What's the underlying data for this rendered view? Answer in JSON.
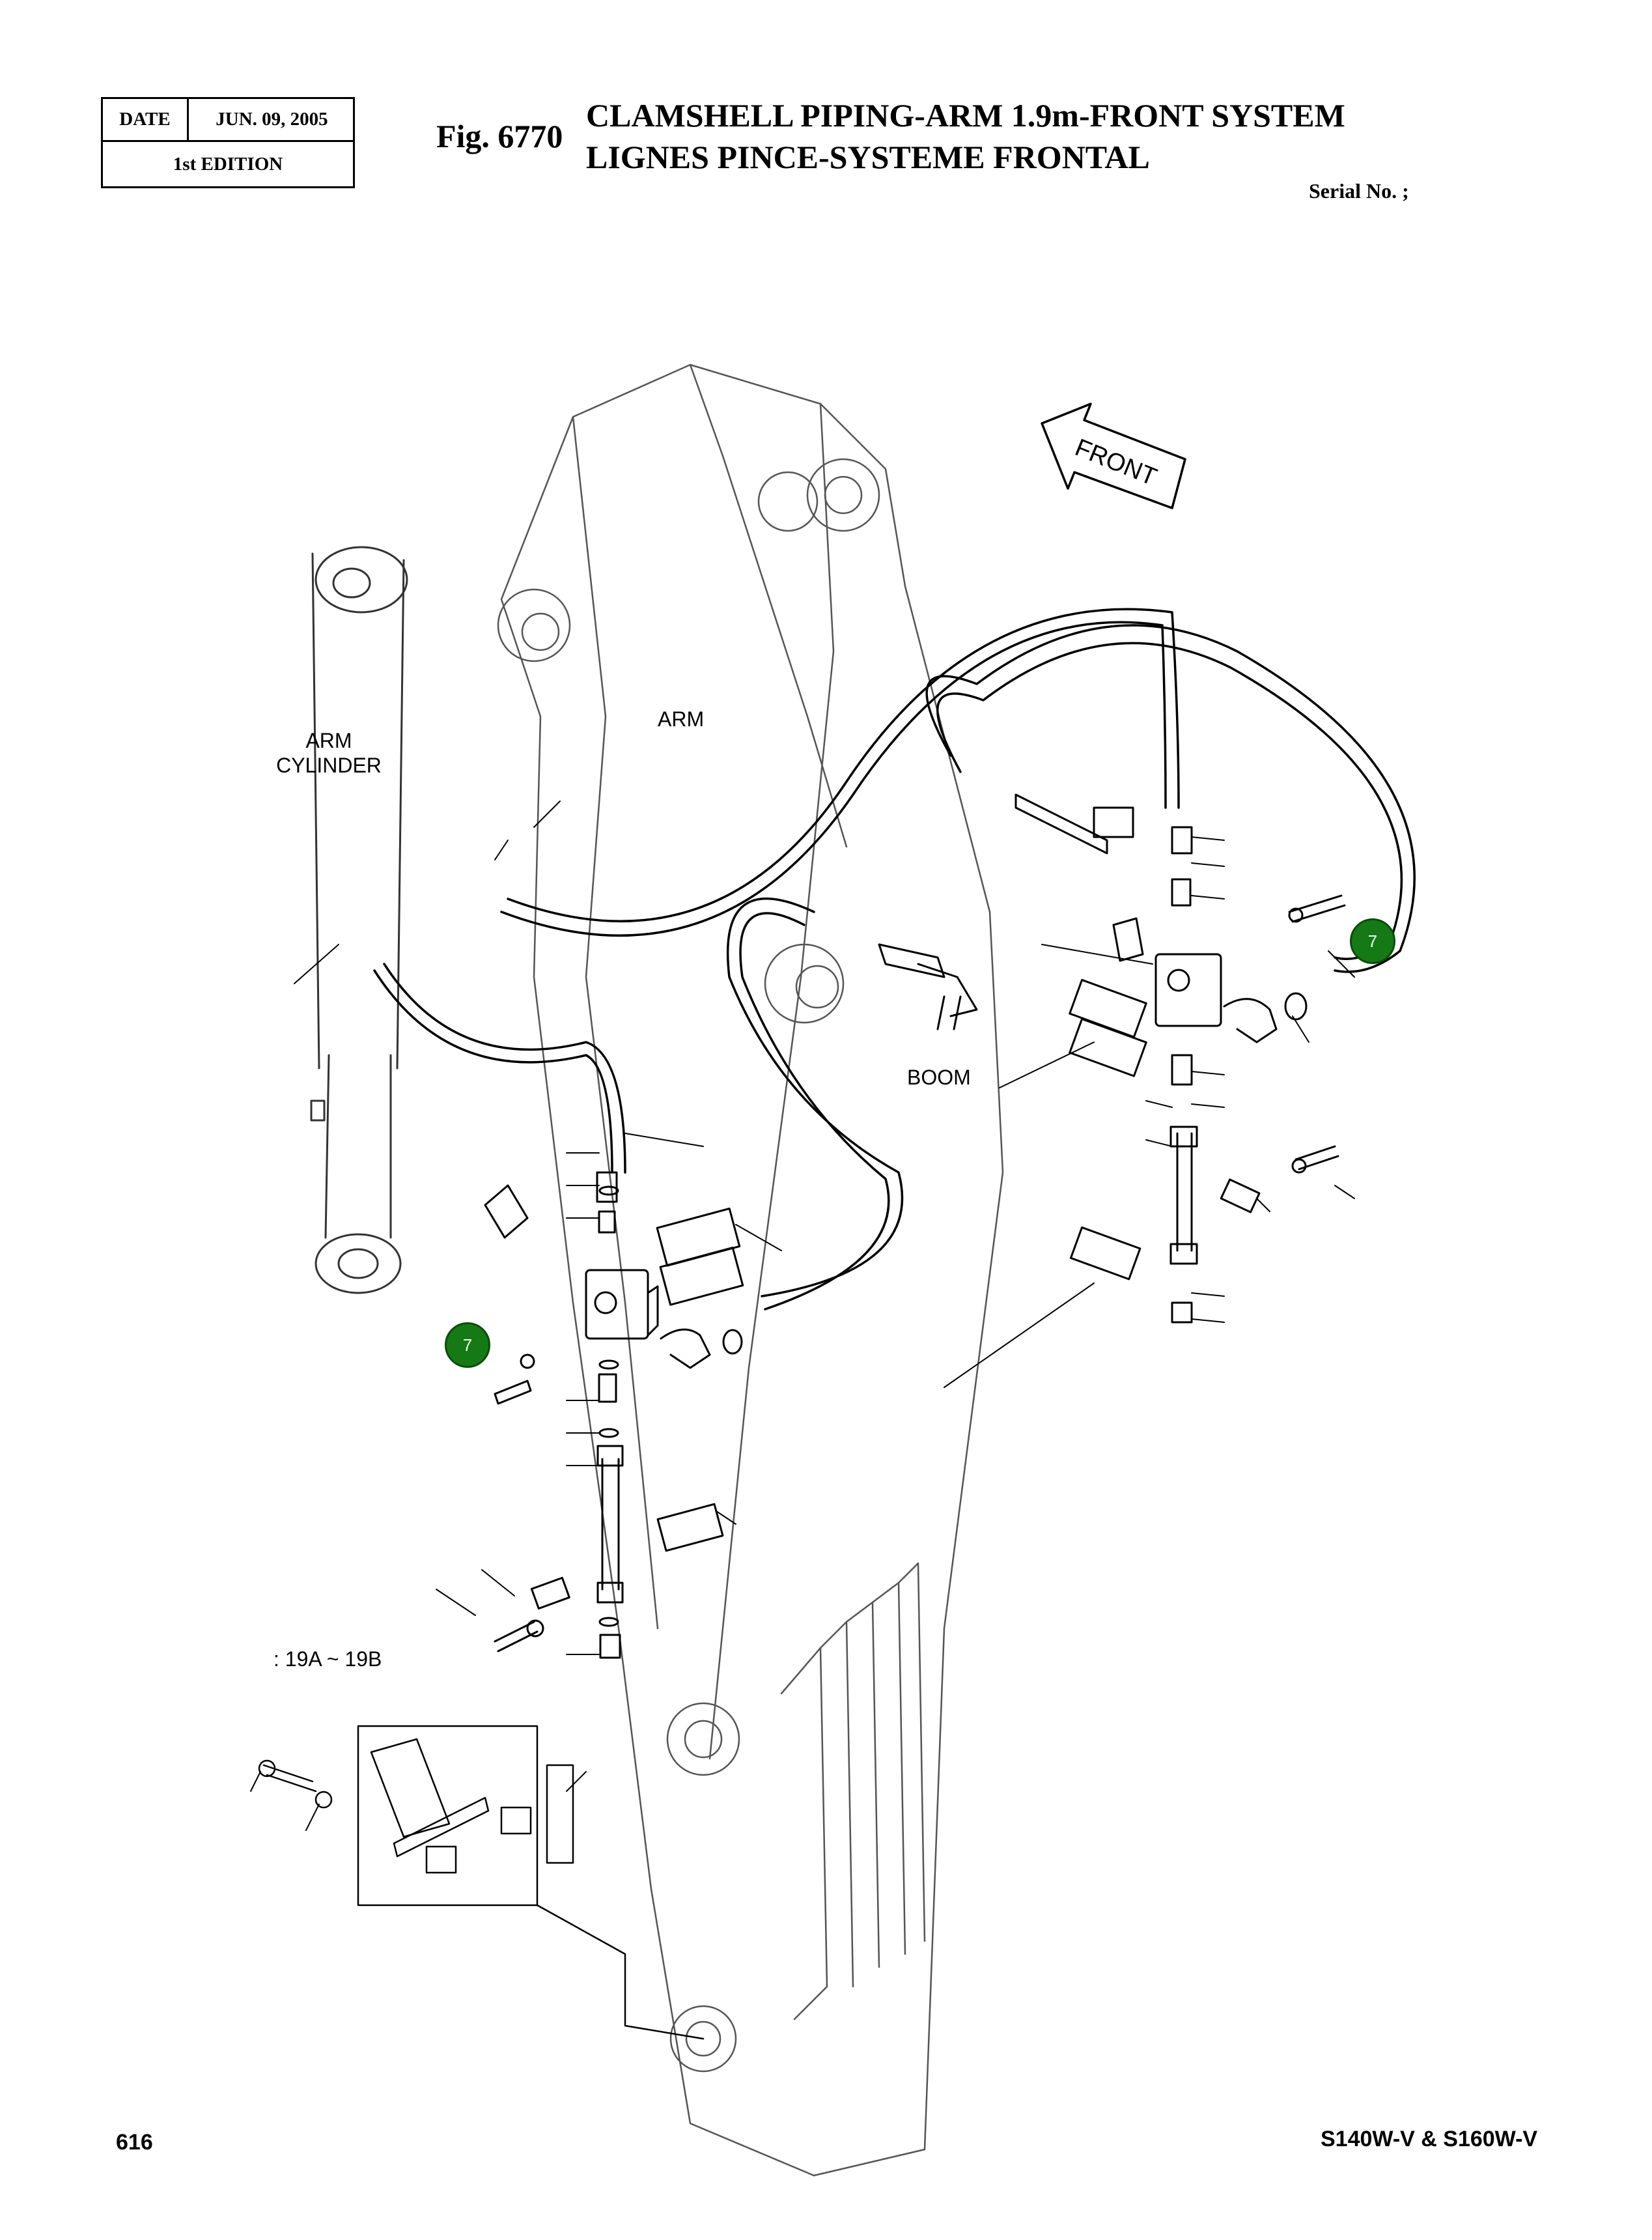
{
  "header": {
    "date_label": "DATE",
    "date_value": "JUN. 09, 2005",
    "edition": "1st EDITION",
    "figure": "Fig. 6770",
    "title_en": "CLAMSHELL PIPING-ARM 1.9m-FRONT SYSTEM",
    "title_fr": "LIGNES PINCE-SYSTEME FRONTAL",
    "serial": "Serial No. ;"
  },
  "diagram": {
    "labels": {
      "arm_cylinder_line1": "ARM",
      "arm_cylinder_line2": "CYLINDER",
      "arm": "ARM",
      "boom": "BOOM",
      "front": "FRONT",
      "range_note": ": 19A ~ 19B"
    },
    "callouts": [
      "7",
      "7"
    ],
    "callout_color": "#157a15"
  },
  "footer": {
    "page_number": "616",
    "model": "S140W-V & S160W-V"
  }
}
